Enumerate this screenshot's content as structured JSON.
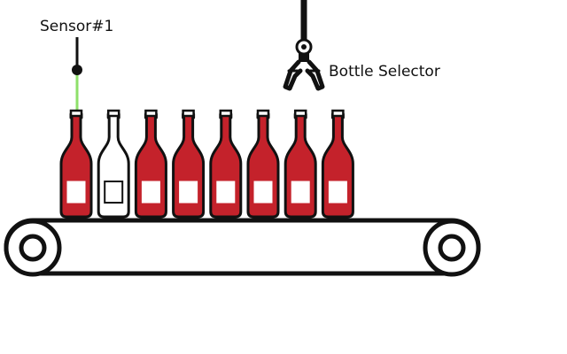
{
  "labels": {
    "sensor": "Sensor#1",
    "selector": "Bottle Selector"
  },
  "bottles": [
    {
      "color": "red"
    },
    {
      "color": "white"
    },
    {
      "color": "red"
    },
    {
      "color": "red"
    },
    {
      "color": "red"
    },
    {
      "color": "red"
    },
    {
      "color": "red"
    },
    {
      "color": "red"
    }
  ],
  "colors": {
    "red": "#c4222b",
    "white": "#ffffff",
    "outline": "#111111",
    "sensor_beam": "#8ee06a"
  },
  "icons": {
    "sensor": "sensor-probe-icon",
    "selector": "robotic-claw-icon",
    "conveyor": "conveyor-belt-icon"
  }
}
